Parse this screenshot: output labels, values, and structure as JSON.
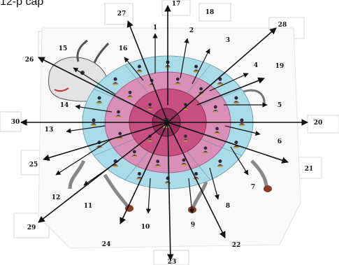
{
  "caption": "12-p cap",
  "labels": [
    "1",
    "2",
    "3",
    "4",
    "5",
    "6",
    "7",
    "8",
    "9",
    "10",
    "11",
    "12",
    "13",
    "14",
    "15",
    "16",
    "17",
    "18",
    "19",
    "20",
    "21",
    "22",
    "23",
    "24",
    "25",
    "26",
    "27",
    "28",
    "29",
    "30"
  ],
  "colors": {
    "outer_ring": "#a9dbe9",
    "middle_ring": "#d98fb7",
    "inner_ring": "#c85080",
    "center": "#9a2f5b",
    "animal_body": "#e6e6e6",
    "arrow": "#111111"
  }
}
